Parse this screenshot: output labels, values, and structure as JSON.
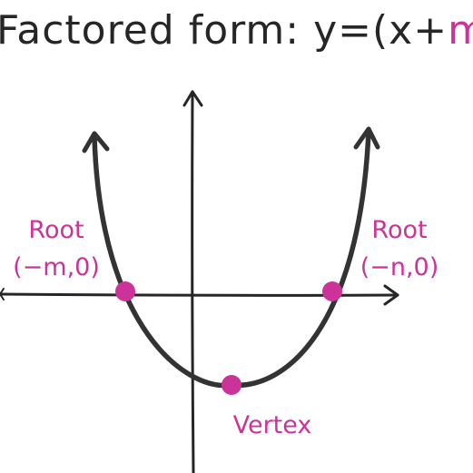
{
  "title": {
    "prefix": "Factored form: y=(x+",
    "highlight": "m"
  },
  "labels": {
    "left_root": {
      "name": "Root",
      "coord": "(−m,0)"
    },
    "right_root": {
      "name": "Root",
      "coord": "(−n,0)"
    },
    "vertex": {
      "name": "Vertex"
    }
  },
  "colors": {
    "ink": "#262626",
    "accent": "#cc3399"
  }
}
